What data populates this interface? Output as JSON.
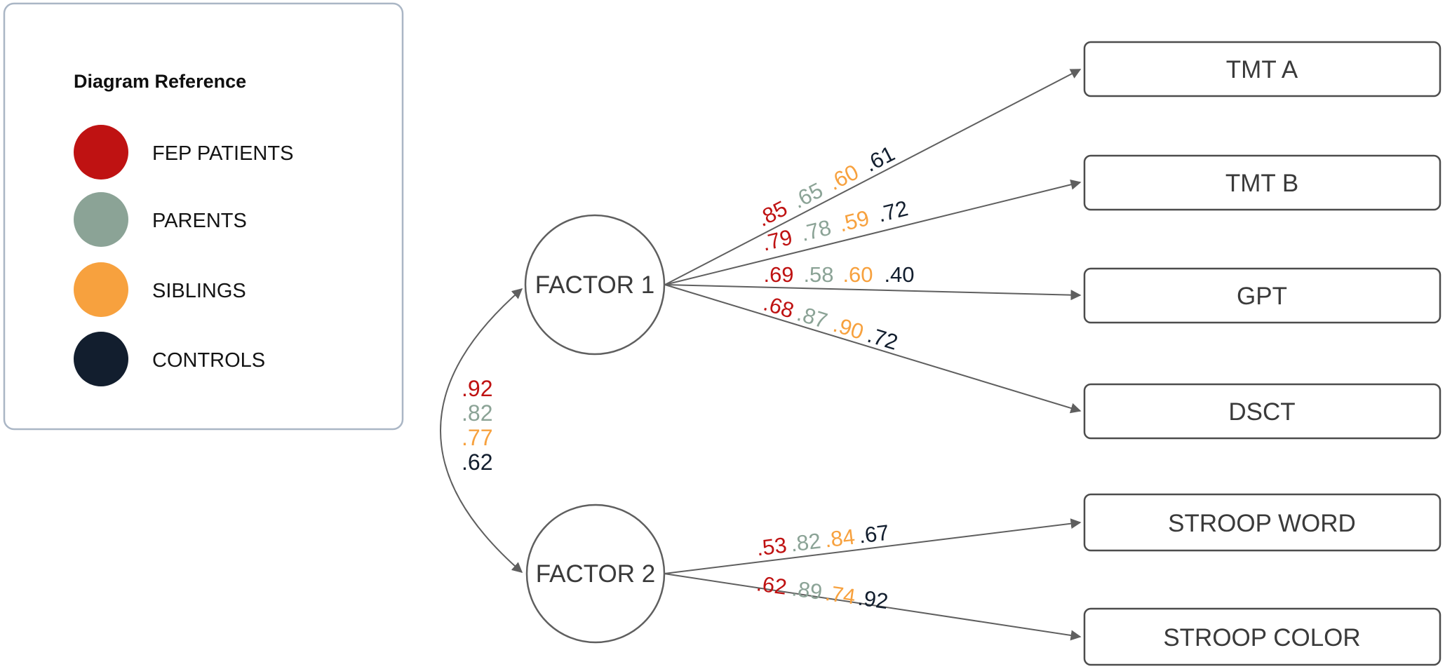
{
  "legend": {
    "title": "Diagram Reference",
    "groups": [
      {
        "name": "FEP PATIENTS",
        "color": "#bf1212"
      },
      {
        "name": "PARENTS",
        "color": "#8ba396"
      },
      {
        "name": "SIBLINGS",
        "color": "#f7a13e"
      },
      {
        "name": "CONTROLS",
        "color": "#121e2e"
      }
    ]
  },
  "diagram": {
    "factors": [
      {
        "label": "FACTOR 1"
      },
      {
        "label": "FACTOR 2"
      }
    ],
    "correlation": {
      "values": [
        ".92",
        ".82",
        ".77",
        ".62"
      ]
    },
    "indicators": [
      {
        "label": "TMT A",
        "loadings": [
          ".85",
          ".65",
          ".60",
          ".61"
        ]
      },
      {
        "label": "TMT B",
        "loadings": [
          ".79",
          ".78",
          ".59",
          ".72"
        ]
      },
      {
        "label": "GPT",
        "loadings": [
          ".69",
          ".58",
          ".60",
          ".40"
        ]
      },
      {
        "label": "DSCT",
        "loadings": [
          ".68",
          ".87",
          ".90",
          ".72"
        ]
      },
      {
        "label": "STROOP WORD",
        "loadings": [
          ".53",
          ".82",
          ".84",
          ".67"
        ]
      },
      {
        "label": "STROOP COLOR",
        "loadings": [
          ".62",
          ".89",
          ".74",
          ".92"
        ]
      }
    ],
    "line_color": "#5f5f5f",
    "box_border_color": "#4c4c4c",
    "legend_border_color": "#aab6c5"
  }
}
